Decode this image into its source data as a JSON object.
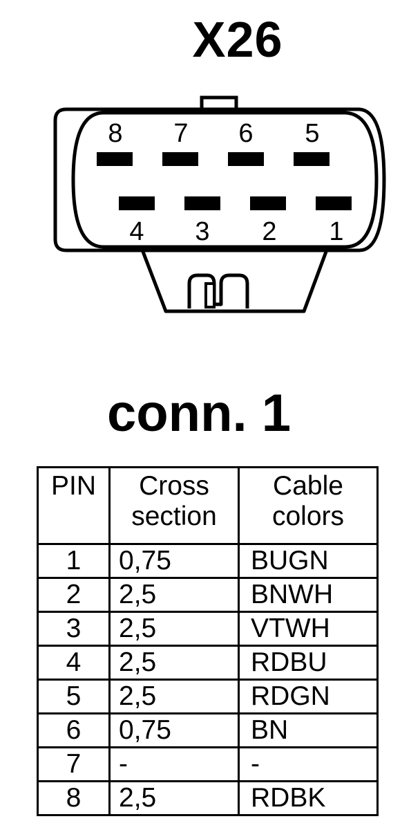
{
  "connector": {
    "id": "X26",
    "name": "conn. 1",
    "top_row_labels": [
      "8",
      "7",
      "6",
      "5"
    ],
    "bottom_row_labels": [
      "4",
      "3",
      "2",
      "1"
    ]
  },
  "table": {
    "headers": {
      "pin": "PIN",
      "cross_section": [
        "Cross",
        "section"
      ],
      "cable_colors": [
        "Cable",
        "colors"
      ]
    },
    "rows": [
      {
        "pin": "1",
        "cross_section": "0,75",
        "color": "BUGN"
      },
      {
        "pin": "2",
        "cross_section": "2,5",
        "color": "BNWH"
      },
      {
        "pin": "3",
        "cross_section": "2,5",
        "color": "VTWH"
      },
      {
        "pin": "4",
        "cross_section": "2,5",
        "color": "RDBU"
      },
      {
        "pin": "5",
        "cross_section": "2,5",
        "color": "RDGN"
      },
      {
        "pin": "6",
        "cross_section": "0,75",
        "color": "BN"
      },
      {
        "pin": "7",
        "cross_section": "-",
        "color": "-"
      },
      {
        "pin": "8",
        "cross_section": "2,5",
        "color": "RDBK"
      }
    ]
  }
}
